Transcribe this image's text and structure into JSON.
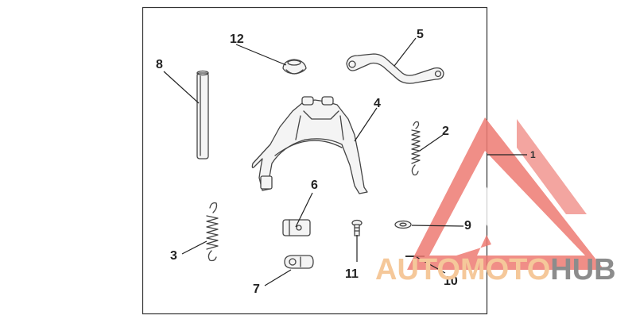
{
  "callouts": {
    "p1": "1",
    "p2": "2",
    "p3": "3",
    "p4": "4",
    "p5": "5",
    "p6": "6",
    "p7": "7",
    "p8": "8",
    "p9": "9",
    "p10": "10",
    "p11": "11",
    "p12": "12"
  },
  "watermark": {
    "part_a": "AUTOMOTO",
    "part_b": "HUB",
    "color_red": "#e8574f",
    "color_orange": "#f5c89a",
    "color_grey": "#8c8c8c",
    "icon": "triangle-logo-icon"
  }
}
